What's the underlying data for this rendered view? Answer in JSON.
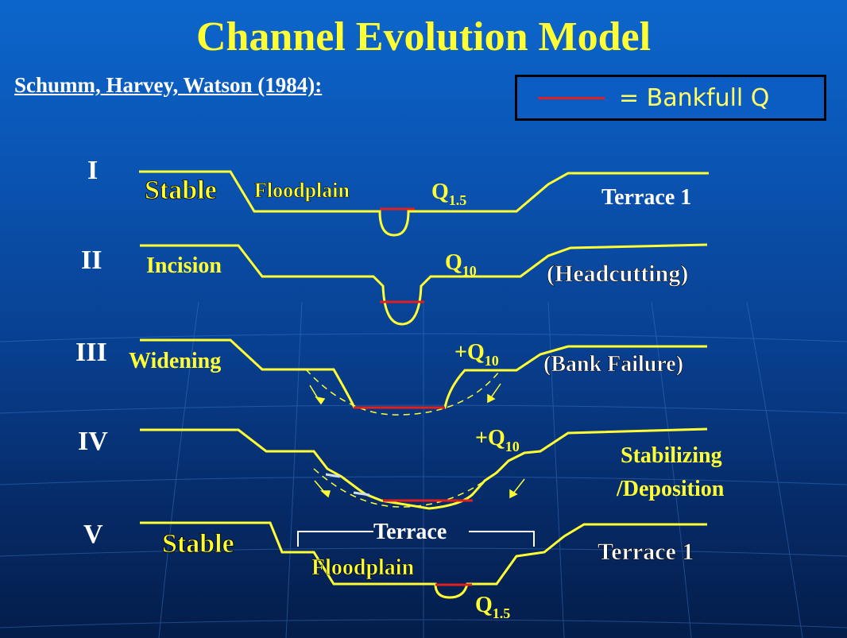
{
  "title": "Channel Evolution Model",
  "subtitle": "Schumm, Harvey, Watson (1984):",
  "legend": {
    "symbol": "red-line",
    "text": "= Bankfull Q",
    "color": "#e02020"
  },
  "stages": [
    {
      "numeral": "I",
      "label": "Stable",
      "sublabel": "Floodplain",
      "flow": "Q",
      "flow_sub": "1.5",
      "right_label": "Terrace 1"
    },
    {
      "numeral": "II",
      "label": "Incision",
      "flow": "Q",
      "flow_sub": "10",
      "right_label": "(Headcutting)"
    },
    {
      "numeral": "III",
      "label": "Widening",
      "flow": "+Q",
      "flow_sub": "10",
      "right_label": "(Bank Failure)"
    },
    {
      "numeral": "IV",
      "flow": "+Q",
      "flow_sub": "10",
      "right_label_1": "Stabilizing",
      "right_label_2": "/Deposition"
    },
    {
      "numeral": "V",
      "label": "Stable",
      "terrace_label": "Terrace",
      "sublabel": "Floodplain",
      "flow": "Q",
      "flow_sub": "1.5",
      "right_label": "Terrace 1"
    }
  ],
  "colors": {
    "profile": "#ffff33",
    "bankfull": "#e02020",
    "text_yellow": "#ffff33",
    "text_white": "#ffffff"
  }
}
